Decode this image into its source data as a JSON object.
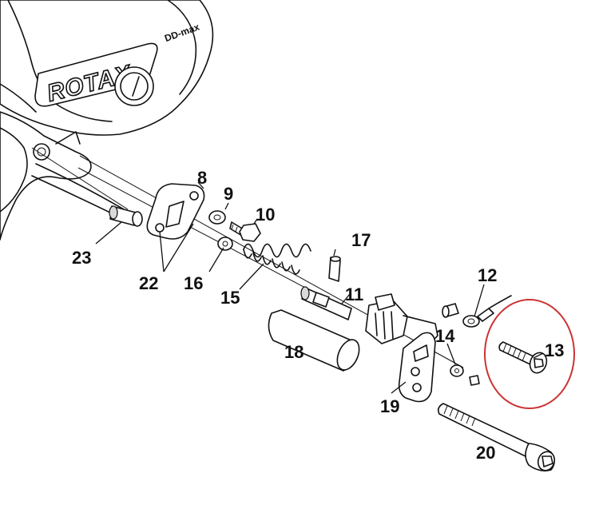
{
  "brand": {
    "name": "ROTAX",
    "model": "max",
    "engine_code": "DD-max"
  },
  "highlight_color": "#cc3333",
  "labels": {
    "p8": "8",
    "p9": "9",
    "p10": "10",
    "p11": "11",
    "p12": "12",
    "p13": "13",
    "p14": "14",
    "p15": "15",
    "p16": "16",
    "p17": "17",
    "p18": "18",
    "p19": "19",
    "p20": "20",
    "p22": "22",
    "p23": "23"
  }
}
